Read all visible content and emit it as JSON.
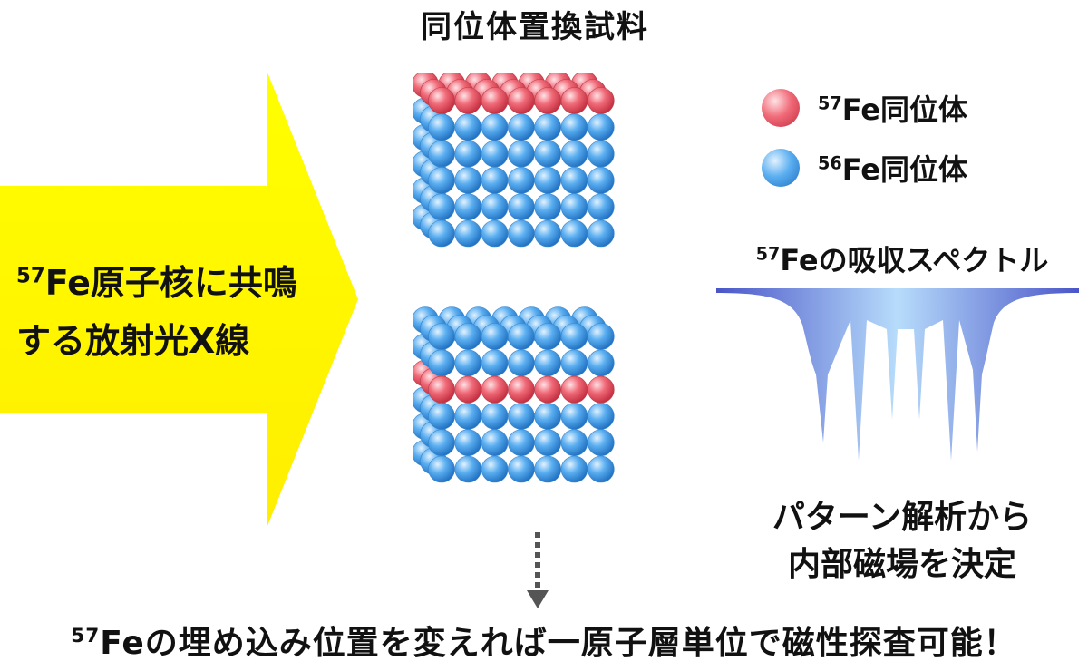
{
  "title": "同位体置換試料",
  "arrow": {
    "line1_sup": "57",
    "line1": "Fe原子核に共鳴",
    "line2": "する放射光X線",
    "fill_color": "#ffff00"
  },
  "legend": {
    "items": [
      {
        "sup": "57",
        "label": "Fe同位体",
        "color": "#ee5566"
      },
      {
        "sup": "56",
        "label": "Fe同位体",
        "color": "#44a0ee"
      }
    ]
  },
  "spectrum": {
    "title_sup": "57",
    "title": "Feの吸収スペクトル",
    "line_count": 6
  },
  "pattern": {
    "line1": "パターン解析から",
    "line2": "内部磁場を決定"
  },
  "bottom": {
    "sup": "57",
    "text": "Feの埋め込み位置を変えれば一原子層単位で磁性探査可能！"
  }
}
